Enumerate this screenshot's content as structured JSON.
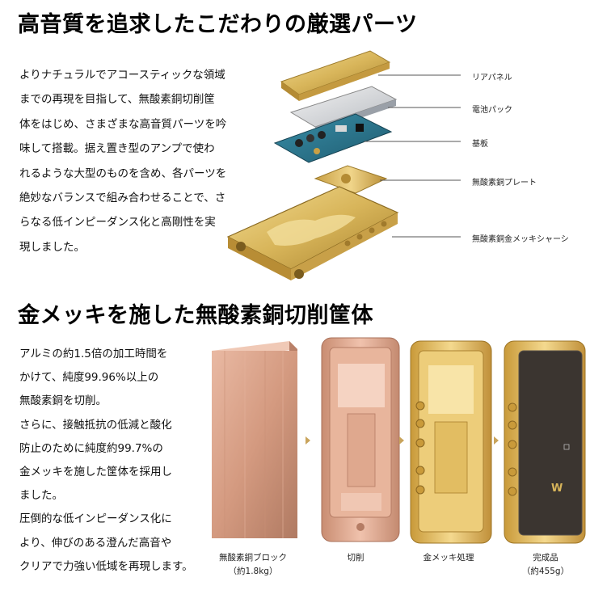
{
  "section1": {
    "title": "高音質を追求したこだわりの厳選パーツ",
    "paragraph_lines": [
      "よりナチュラルでアコースティックな領域",
      "までの再現を目指して、無酸素銅切削筐",
      "体をはじめ、さまざまな高音質パーツを吟",
      "味して搭載。据え置き型のアンプで使わ",
      "れるような大型のものを含め、各パーツを",
      "絶妙なバランスで組み合わせることで、さ",
      "らなる低インピーダンス化と高剛性を実",
      "現しました。"
    ],
    "part_labels": [
      "リアパネル",
      "電池パック",
      "基板",
      "無酸素銅プレート",
      "無酸素銅金メッキシャーシ"
    ]
  },
  "section2": {
    "title": "金メッキを施した無酸素銅切削筐体",
    "paragraph_lines": [
      "アルミの約1.5倍の加工時間を",
      "かけて、純度99.96%以上の",
      "無酸素銅を切削。",
      "さらに、接触抵抗の低減と酸化",
      "防止のために純度約99.7%の",
      "金メッキを施した筐体を採用し",
      "ました。",
      "圧倒的な低インピーダンス化に",
      "より、伸びのある澄んだ高音や",
      "クリアで力強い低域を再現します。"
    ],
    "steps": [
      {
        "label": "無酸素銅ブロック",
        "sub": "（約1.8kg）"
      },
      {
        "label": "切削",
        "sub": ""
      },
      {
        "label": "金メッキ処理",
        "sub": ""
      },
      {
        "label": "完成品",
        "sub": "（約455g）"
      }
    ]
  },
  "colors": {
    "copper": "#d49a80",
    "gold": "#d8b55a",
    "arrow": "#c9a45c",
    "leather": "#3b3530"
  }
}
